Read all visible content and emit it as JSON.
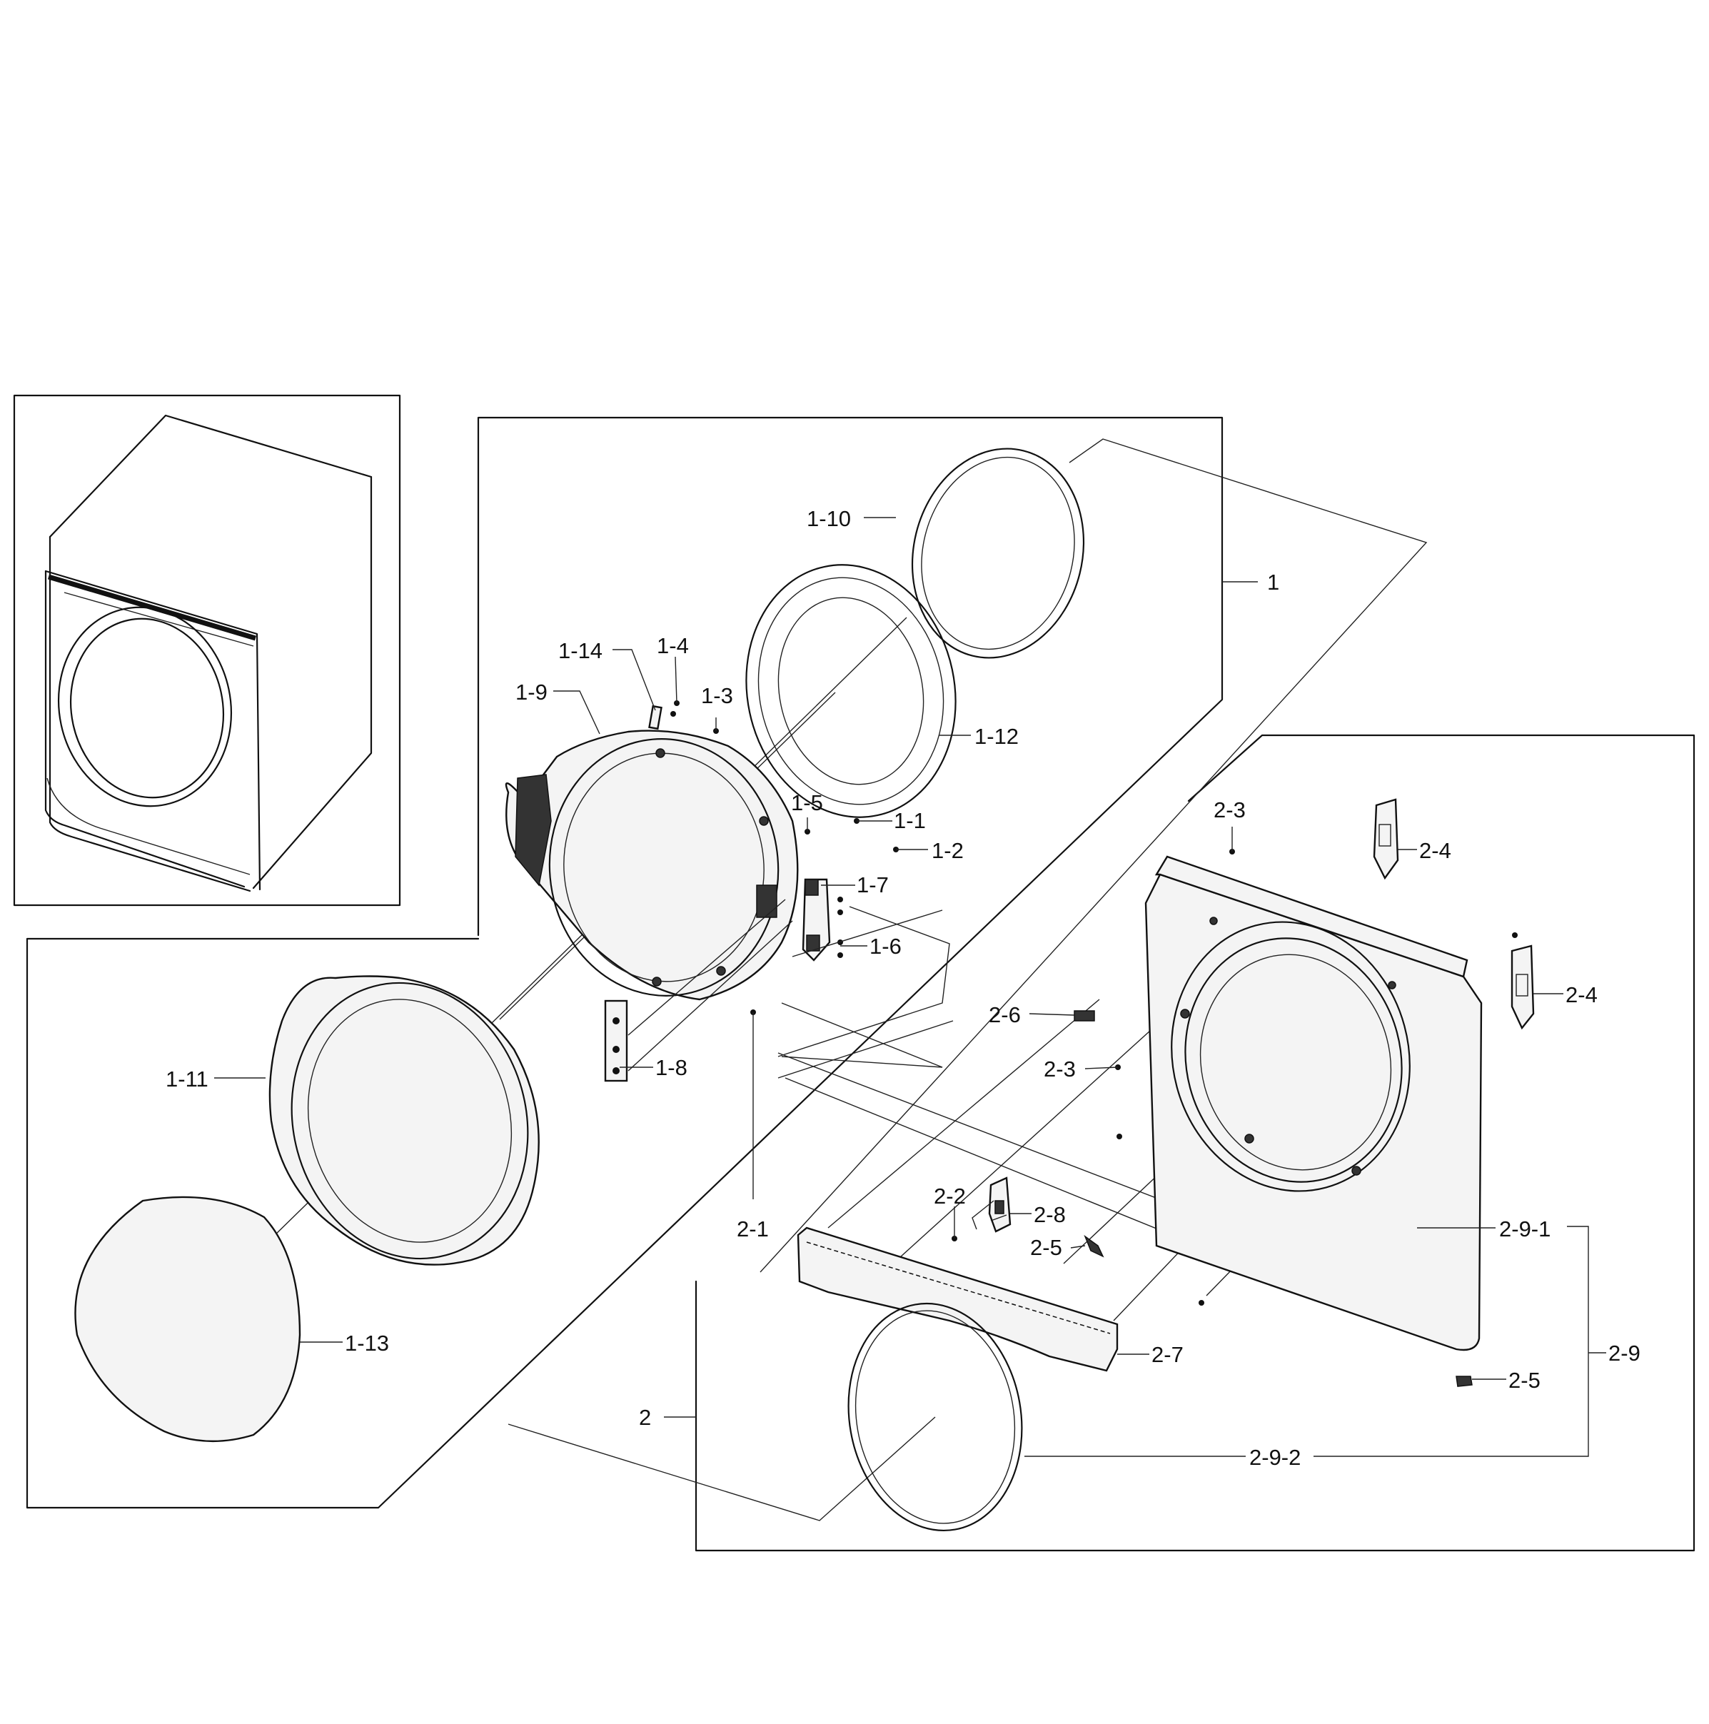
{
  "labels": {
    "l1": "1",
    "l1_1": "1-1",
    "l1_2": "1-2",
    "l1_3": "1-3",
    "l1_4": "1-4",
    "l1_5": "1-5",
    "l1_6": "1-6",
    "l1_7": "1-7",
    "l1_8": "1-8",
    "l1_9": "1-9",
    "l1_10": "1-10",
    "l1_11": "1-11",
    "l1_12": "1-12",
    "l1_13": "1-13",
    "l1_14": "1-14",
    "l2": "2",
    "l2_1": "2-1",
    "l2_2": "2-2",
    "l2_3a": "2-3",
    "l2_3b": "2-3",
    "l2_4a": "2-4",
    "l2_4b": "2-4",
    "l2_5a": "2-5",
    "l2_5b": "2-5",
    "l2_6": "2-6",
    "l2_7": "2-7",
    "l2_8": "2-8",
    "l2_9": "2-9",
    "l2_9_1": "2-9-1",
    "l2_9_2": "2-9-2"
  }
}
